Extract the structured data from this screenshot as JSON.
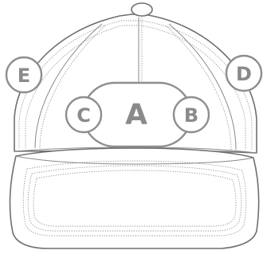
{
  "labels": {
    "front_center": "A",
    "front_right": "B",
    "front_left": "C",
    "side_right": "D",
    "side_left": "E"
  },
  "colors": {
    "outline": "#6f6f6f",
    "label": "#8a8a8a",
    "background": "#ffffff"
  }
}
